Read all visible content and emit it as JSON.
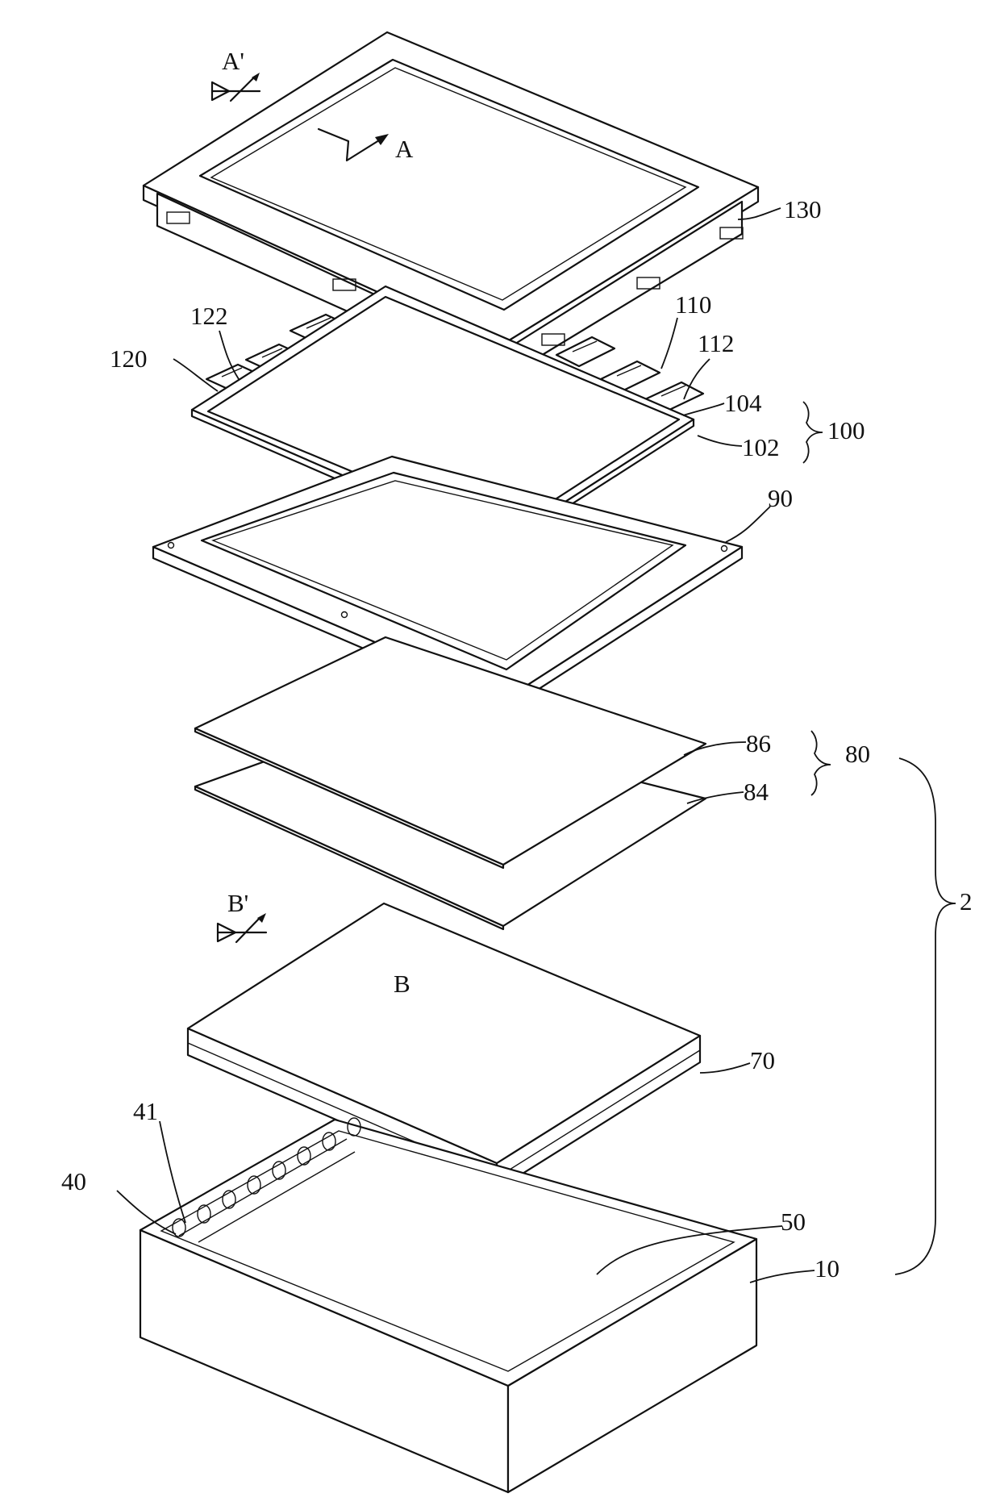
{
  "figure": {
    "labels": {
      "l130": "130",
      "l110": "110",
      "l112": "112",
      "l122": "122",
      "l120": "120",
      "l104": "104",
      "l102": "102",
      "l100": "100",
      "l90": "90",
      "l86": "86",
      "l84": "84",
      "l80": "80",
      "l2": "2",
      "l70": "70",
      "l50": "50",
      "l10": "10",
      "l41": "41",
      "l40": "40"
    },
    "section_marks": {
      "a_prime": "A'",
      "a": "A",
      "b_prime": "B'",
      "b": "B"
    }
  }
}
